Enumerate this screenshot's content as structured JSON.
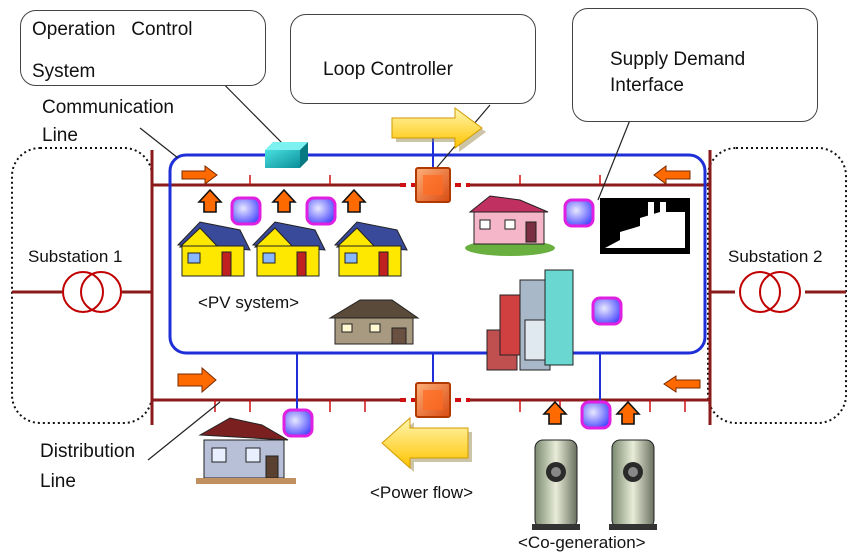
{
  "labels": {
    "operation_control_line1": "Operation   Control",
    "operation_control_line2": "System",
    "loop_controller": "Loop Controller",
    "supply_demand_line1": "Supply Demand",
    "supply_demand_line2": "Interface",
    "communication_line1": "Communication",
    "communication_line2": "Line",
    "substation1": "Substation 1",
    "substation2": "Substation 2",
    "pv_system": "<PV system>",
    "distribution_line1": "Distribution",
    "distribution_line2": "Line",
    "power_flow": "<Power flow>",
    "cogeneration": "<Co-generation>"
  },
  "colors": {
    "communication_line": "#1f2fd8",
    "distribution_line": "#8b1a1a",
    "arrow_orange": "#ff6a00",
    "controller": "#f07a3c",
    "comm_node": "#7070ff",
    "comm_node_ring": "#e020e0"
  },
  "icons": [
    "cloud-server-icon",
    "house-icon",
    "building-icon",
    "cogeneration-unit-icon",
    "transformer-icon",
    "meter-icon"
  ]
}
